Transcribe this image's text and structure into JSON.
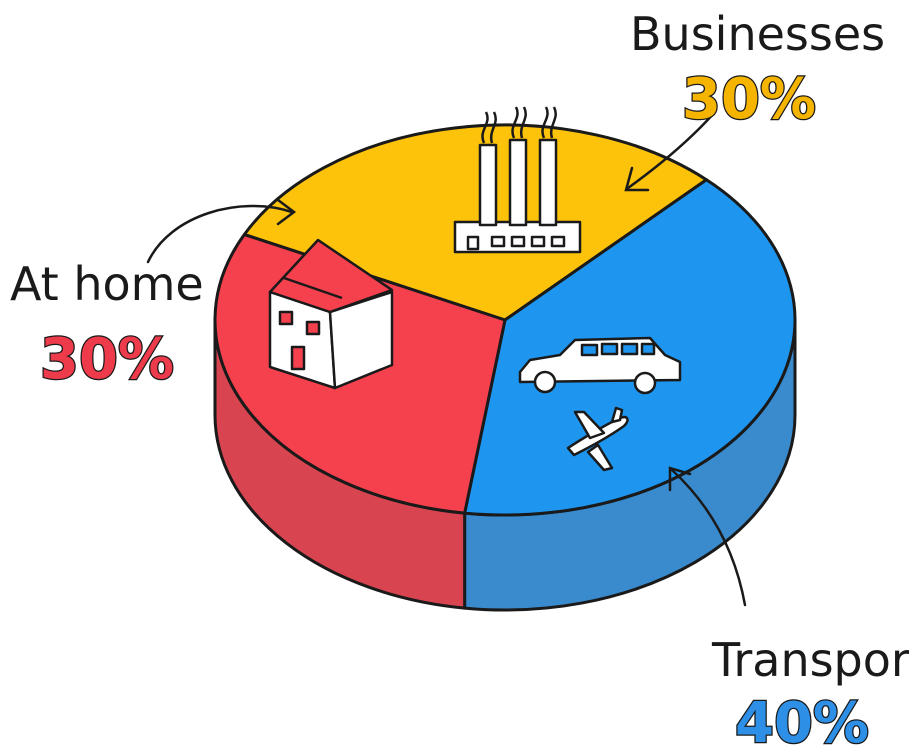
{
  "chart_data": {
    "type": "pie",
    "title": "",
    "slices": [
      {
        "label": "Businesses",
        "value": 30,
        "value_label": "30%",
        "color": "#FDC20A",
        "icon": "factory-icon"
      },
      {
        "label": "Transport",
        "value": 40,
        "value_label": "40%",
        "color": "#1E96F0",
        "icon": "car-icon"
      },
      {
        "label": "At home",
        "value": 30,
        "value_label": "30%",
        "color": "#F5404E",
        "icon": "house-icon"
      }
    ],
    "extra_icons": [
      "airplane-icon"
    ],
    "side_colors": {
      "Businesses": "#D9A108",
      "Transport": "#3A8BCD",
      "Red": "#D84550"
    },
    "outline_color": "#1a1a1a",
    "value_colors": {
      "Businesses": "#F4B400",
      "Transport": "#2D8FE6",
      "At home": "#EE3B4B"
    }
  }
}
